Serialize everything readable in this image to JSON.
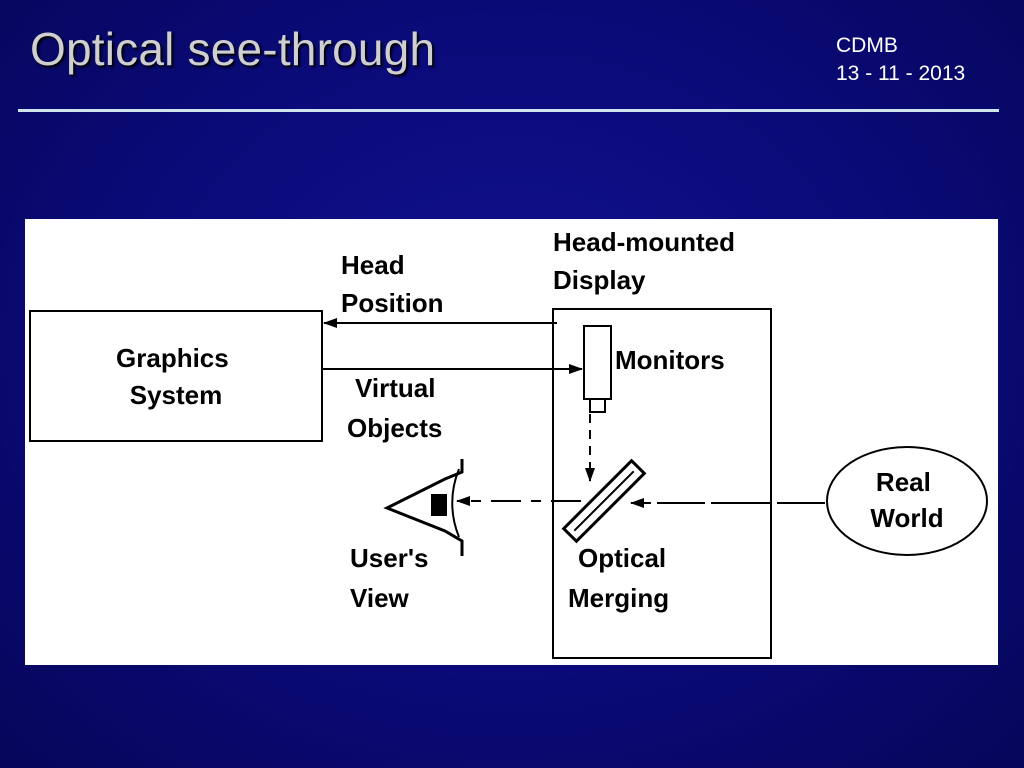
{
  "slide": {
    "title": "Optical see-through",
    "author": "CDMB",
    "date": "13 - 11 - 2013"
  },
  "diagram": {
    "graphics_system": [
      "Graphics",
      "System"
    ],
    "head_position": [
      "Head",
      "Position"
    ],
    "virtual_objects": [
      "Virtual",
      "Objects"
    ],
    "head_mounted_display": [
      "Head-mounted",
      "Display"
    ],
    "monitors": "Monitors",
    "optical_merging": [
      "Optical",
      "Merging"
    ],
    "users_view": [
      "User's",
      "View"
    ],
    "real_world": [
      "Real",
      "World"
    ]
  }
}
